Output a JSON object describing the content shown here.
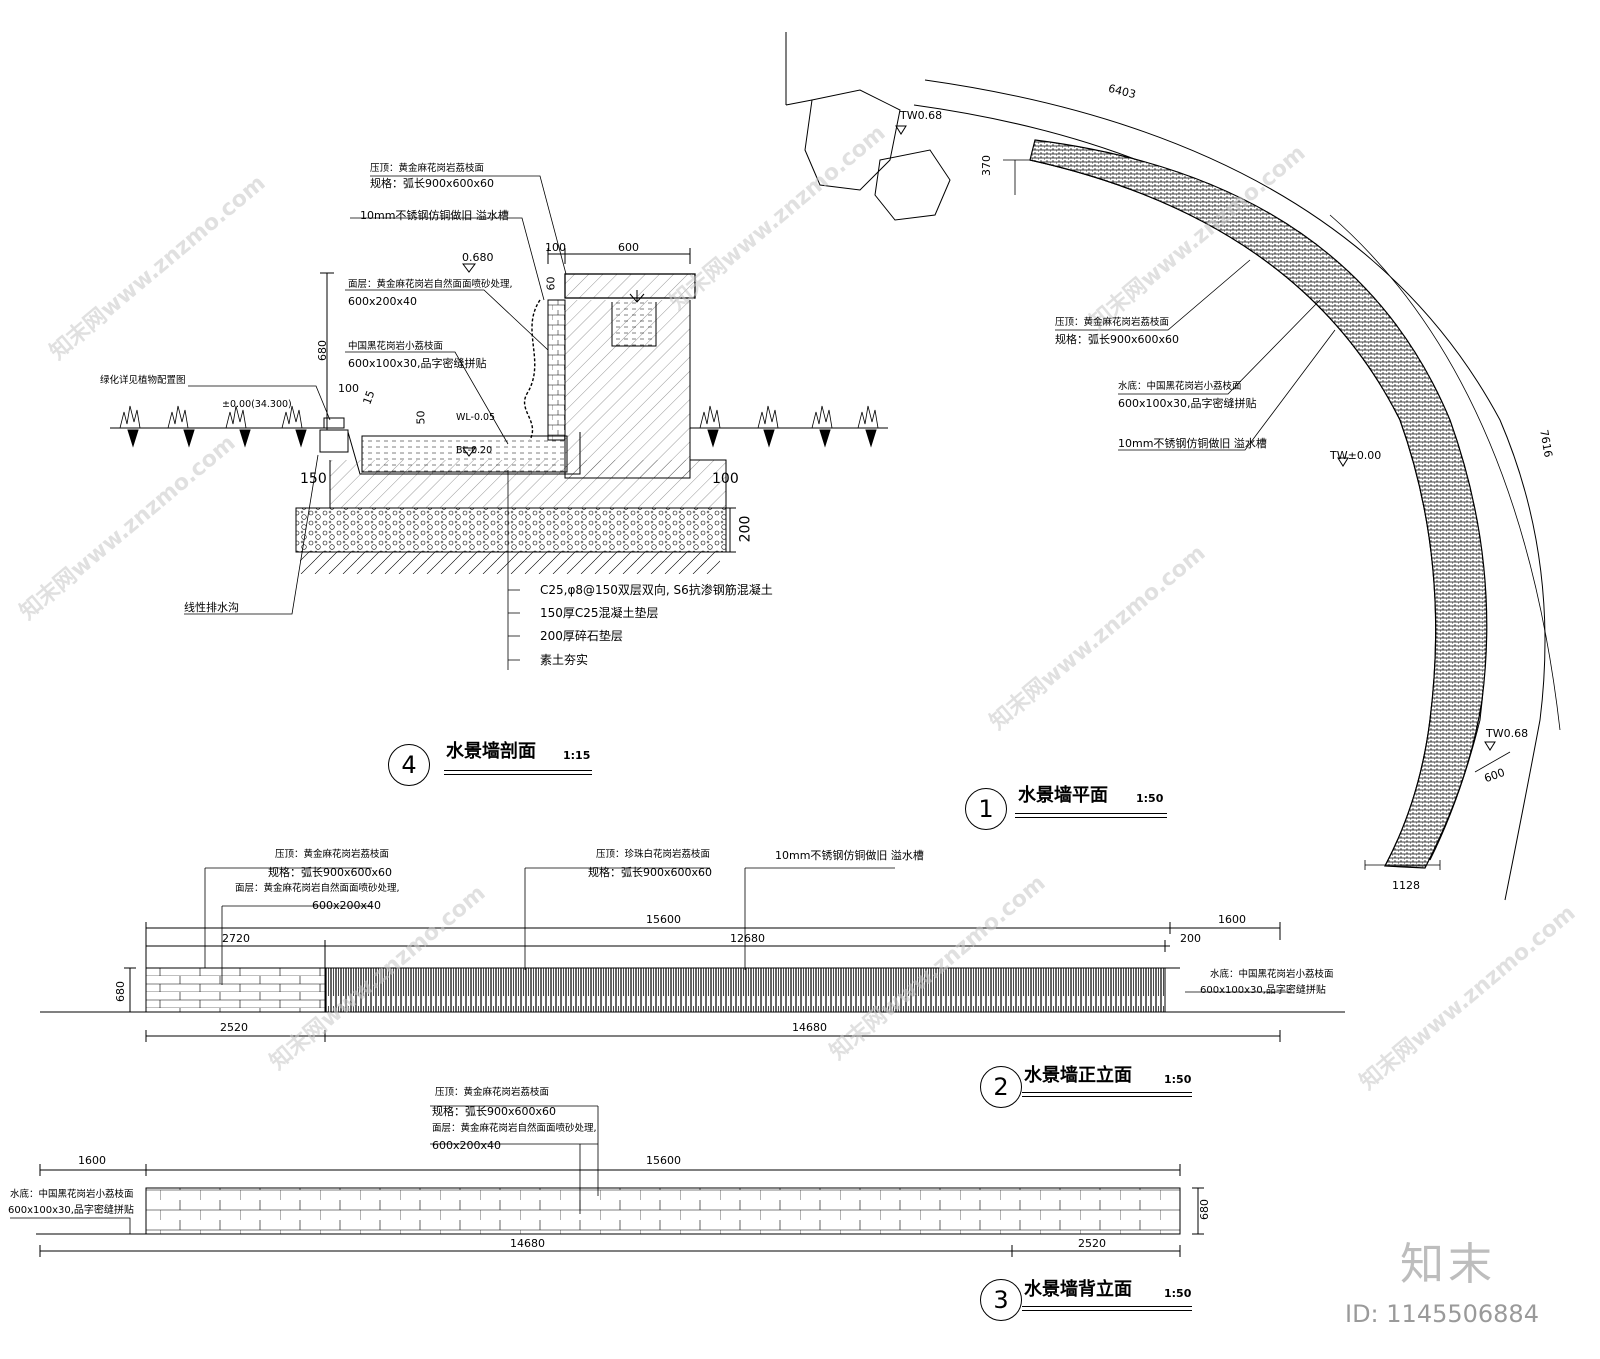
{
  "watermark": {
    "site": "知末网www.znzmo.com",
    "brand": "知末",
    "id": "ID: 1145506884"
  },
  "section4": {
    "num": "4",
    "title": "水景墙剖面",
    "scale": "1:15",
    "notes": {
      "coping": "压顶：黄金麻花岗岩荔枝面",
      "coping_spec": "规格：弧长900x600x60",
      "trough": "10mm不锈钢仿铜做旧  溢水槽",
      "facing": "面层：黄金麻花岗岩自然面面喷砂处理,",
      "facing_spec": "600x200x40",
      "bottom": "中国黑花岗岩小荔枝面",
      "bottom_spec": "600x100x30,品字密缝拼贴",
      "planting": "绿化详见植物配置图",
      "drain": "线性排水沟",
      "layer1": "C25,φ8@150双层双向, S6抗渗钢筋混凝土",
      "layer2": "150厚C25混凝土垫层",
      "layer3": "200厚碎石垫层",
      "layer4": "素土夯实"
    },
    "dims": {
      "d100a": "100",
      "d600": "600",
      "d60": "60",
      "d680": "680",
      "d0680": "0.680",
      "d100b": "100",
      "d15": "15",
      "d50": "50",
      "d150": "150",
      "d100c": "100",
      "d200": "200",
      "lvl0": "±0.00(34.300)",
      "wl": "WL-0.05",
      "bl": "BL-0.20"
    }
  },
  "section1": {
    "num": "1",
    "title": "水景墙平面",
    "scale": "1:50",
    "notes": {
      "coping": "压顶：黄金麻花岗岩荔枝面",
      "coping_spec": "规格：弧长900x600x60",
      "bottom": "水底：中国黑花岗岩小荔枝面",
      "bottom_spec": "600x100x30,品字密缝拼贴",
      "trough": "10mm不锈钢仿铜做旧  溢水槽"
    },
    "dims": {
      "arc_outer": "6403",
      "arc_right": "7616",
      "d370": "370",
      "d600": "600",
      "d1128": "1128",
      "tw1": "TW0.68",
      "tw2": "TW±0.00",
      "tw3": "TW0.68"
    }
  },
  "section2": {
    "num": "2",
    "title": "水景墙正立面",
    "scale": "1:50",
    "notes": {
      "coping": "压顶：黄金麻花岗岩荔枝面",
      "coping_spec": "规格：弧长900x600x60",
      "facing": "面层：黄金麻花岗岩自然面面喷砂处理,",
      "facing_spec": "600x200x40",
      "coping2": "压顶：珍珠白花岗岩荔枝面",
      "coping2_spec": "规格：弧长900x600x60",
      "trough": "10mm不锈钢仿铜做旧  溢水槽",
      "bottom": "水底：中国黑花岗岩小荔枝面",
      "bottom_spec": "600x100x30,品字密缝拼贴"
    },
    "dims": {
      "d15600": "15600",
      "d1600": "1600",
      "d2720": "2720",
      "d12680": "12680",
      "d200": "200",
      "d680": "680",
      "d2520": "2520",
      "d14680": "14680"
    }
  },
  "section3": {
    "num": "3",
    "title": "水景墙背立面",
    "scale": "1:50",
    "notes": {
      "coping": "压顶：黄金麻花岗岩荔枝面",
      "coping_spec": "规格：弧长900x600x60",
      "facing": "面层：黄金麻花岗岩自然面面喷砂处理,",
      "facing_spec": "600x200x40",
      "bottom": "水底：中国黑花岗岩小荔枝面",
      "bottom_spec": "600x100x30,品字密缝拼贴"
    },
    "dims": {
      "d1600": "1600",
      "d15600": "15600",
      "d680": "680",
      "d14680": "14680",
      "d2520": "2520"
    }
  }
}
